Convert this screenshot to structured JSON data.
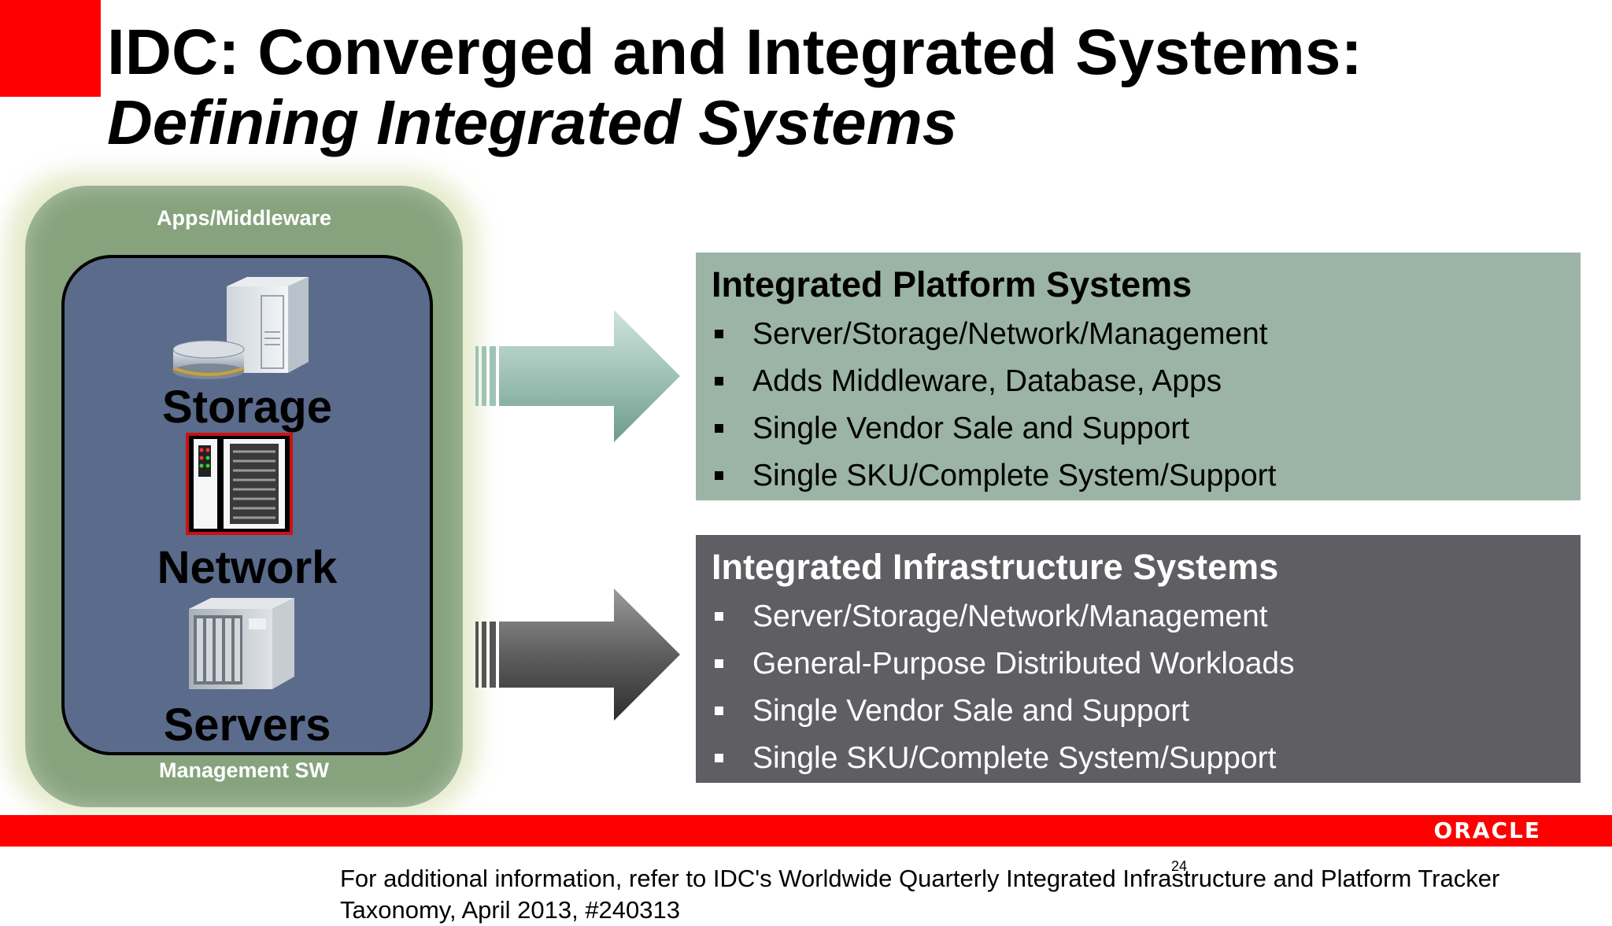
{
  "slide": {
    "title": "IDC: Converged and Integrated Systems:",
    "subtitle": "Defining Integrated Systems"
  },
  "stack": {
    "top_label": "Apps/Middleware",
    "bottom_label": "Management SW",
    "layers": [
      "Storage",
      "Network",
      "Servers"
    ]
  },
  "boxes": [
    {
      "heading": "Integrated Platform Systems",
      "bullets": [
        "Server/Storage/Network/Management",
        "Adds Middleware, Database, Apps",
        "Single Vendor Sale and Support",
        "Single SKU/Complete System/Support"
      ]
    },
    {
      "heading": "Integrated Infrastructure Systems",
      "bullets": [
        "Server/Storage/Network/Management",
        "General-Purpose Distributed Workloads",
        "Single Vendor Sale and Support",
        "Single SKU/Complete System/Support"
      ]
    }
  ],
  "colors": {
    "brand_red": "#ff0000",
    "platform_box": "#9bb4a5",
    "infrastructure_box": "#5f5e62",
    "stack_green": "#87a37e",
    "stack_blue": "#5b6b8c"
  },
  "footer": {
    "logo_text": "ORACLE",
    "page_number": "24",
    "note": "For additional information, refer to IDC's Worldwide Quarterly Integrated Infrastructure and Platform Tracker Taxonomy, April 2013, #240313"
  }
}
